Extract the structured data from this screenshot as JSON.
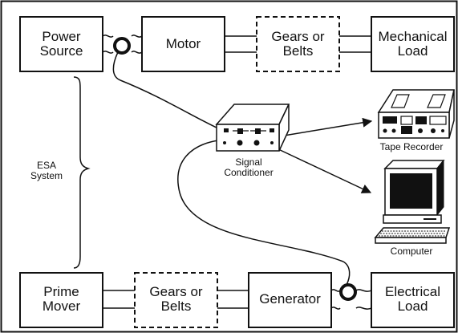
{
  "blocks": {
    "power_source": "Power\nSource",
    "motor": "Motor",
    "gears_top": "Gears or\nBelts",
    "mechanical_load": "Mechanical\nLoad",
    "prime_mover": "Prime\nMover",
    "gears_bottom": "Gears or\nBelts",
    "generator": "Generator",
    "electrical_load": "Electrical\nLoad"
  },
  "labels": {
    "esa_system": "ESA\nSystem",
    "signal_conditioner": "Signal\nConditioner",
    "tape_recorder": "Tape Recorder",
    "computer": "Computer"
  },
  "icons": {
    "current_probe": "current-probe-icon",
    "signal_conditioner": "signal-conditioner-icon",
    "tape_recorder": "tape-recorder-icon",
    "computer": "computer-icon"
  },
  "colors": {
    "ink": "#111111",
    "background": "#ffffff"
  }
}
